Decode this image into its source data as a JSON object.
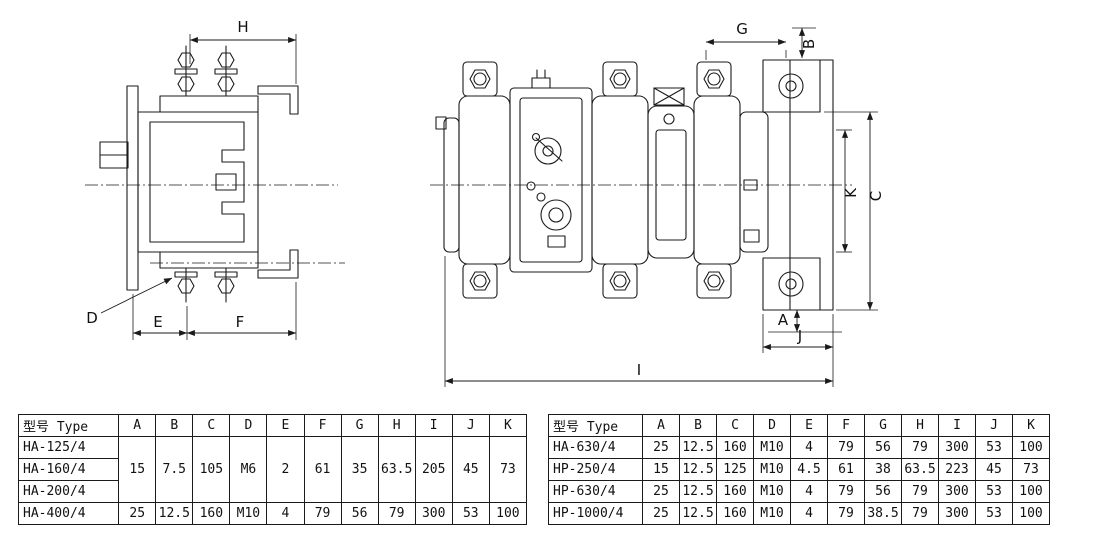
{
  "drawing": {
    "dim_labels": {
      "H": "H",
      "D": "D",
      "E": "E",
      "F": "F",
      "G": "G",
      "B": "B",
      "K": "K",
      "C": "C",
      "A": "A",
      "J": "J",
      "I": "I"
    }
  },
  "tables": {
    "left": {
      "type_header": "型号 Type",
      "dim_headers": [
        "A",
        "B",
        "C",
        "D",
        "E",
        "F",
        "G",
        "H",
        "I",
        "J",
        "K"
      ],
      "models": [
        "HA-125/4",
        "HA-160/4",
        "HA-200/4",
        "HA-400/4"
      ],
      "merged_values": [
        "15",
        "7.5",
        "105",
        "M6",
        "2",
        "61",
        "35",
        "63.5",
        "205",
        "45",
        "73"
      ],
      "row4_values": [
        "25",
        "12.5",
        "160",
        "M10",
        "4",
        "79",
        "56",
        "79",
        "300",
        "53",
        "100"
      ]
    },
    "right": {
      "type_header": "型号 Type",
      "dim_headers": [
        "A",
        "B",
        "C",
        "D",
        "E",
        "F",
        "G",
        "H",
        "I",
        "J",
        "K"
      ],
      "rows": [
        {
          "model": "HA-630/4",
          "values": [
            "25",
            "12.5",
            "160",
            "M10",
            "4",
            "79",
            "56",
            "79",
            "300",
            "53",
            "100"
          ]
        },
        {
          "model": "HP-250/4",
          "values": [
            "15",
            "12.5",
            "125",
            "M10",
            "4.5",
            "61",
            "38",
            "63.5",
            "223",
            "45",
            "73"
          ]
        },
        {
          "model": "HP-630/4",
          "values": [
            "25",
            "12.5",
            "160",
            "M10",
            "4",
            "79",
            "56",
            "79",
            "300",
            "53",
            "100"
          ]
        },
        {
          "model": "HP-1000/4",
          "values": [
            "25",
            "12.5",
            "160",
            "M10",
            "4",
            "79",
            "38.5",
            "79",
            "300",
            "53",
            "100"
          ]
        }
      ]
    }
  }
}
